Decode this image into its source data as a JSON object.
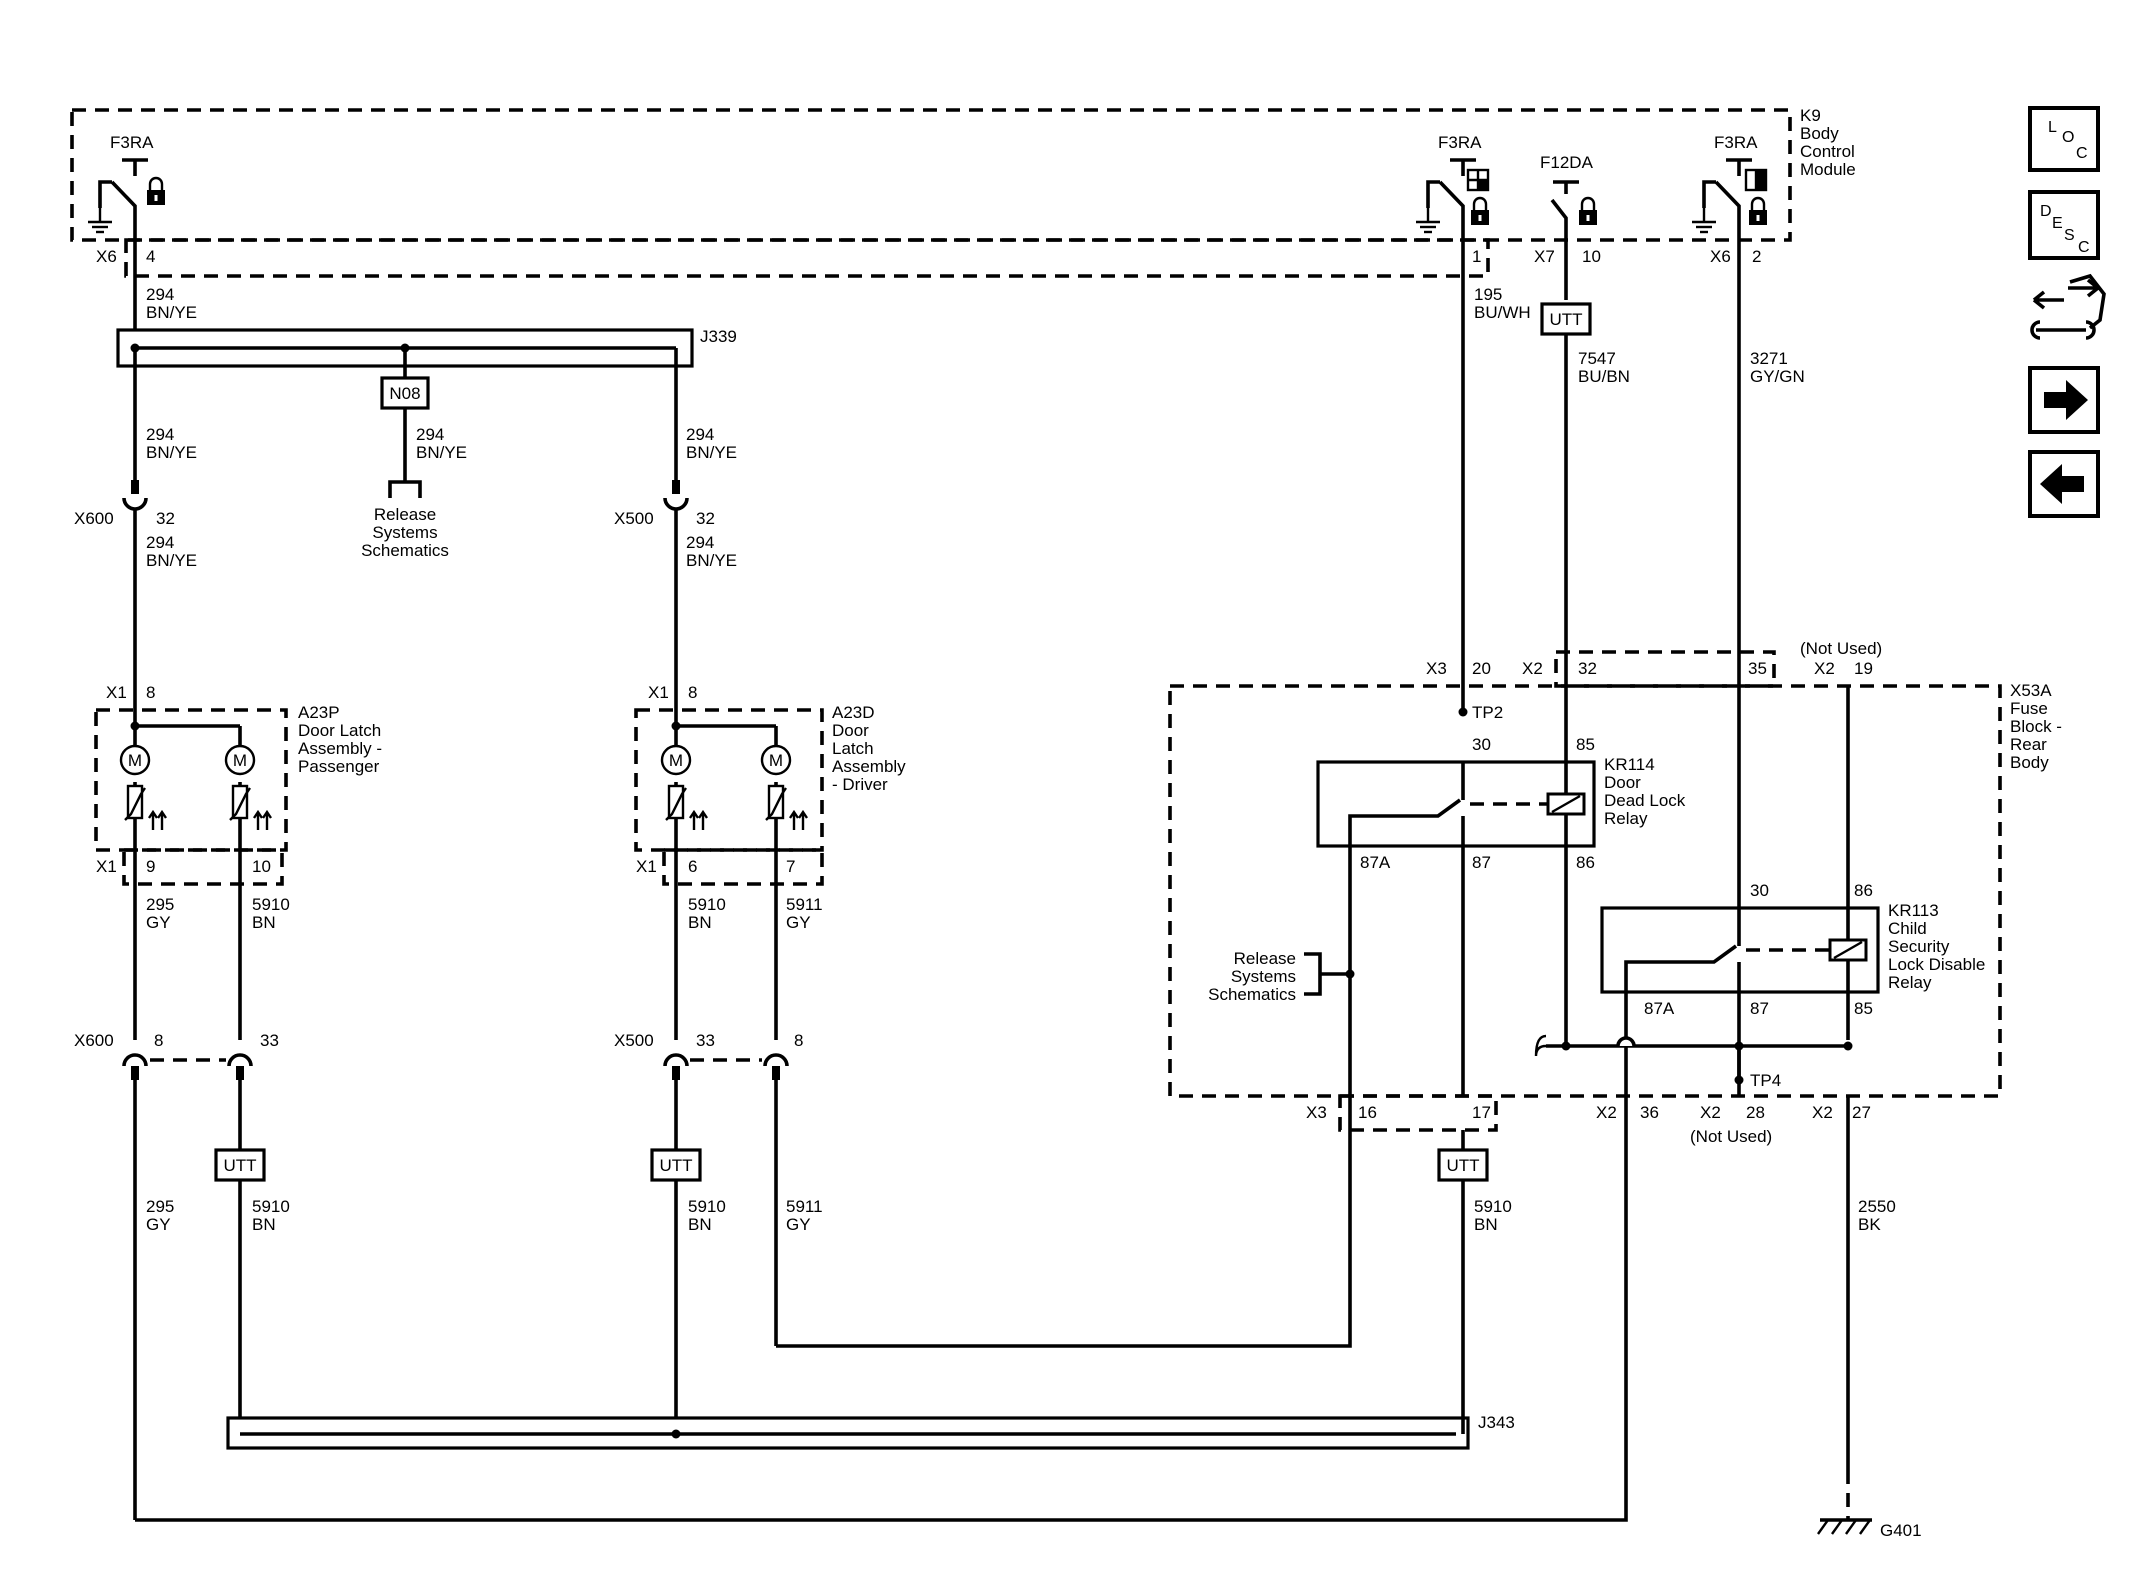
{
  "k9": {
    "name": "K9",
    "l1": "Body",
    "l2": "Control",
    "l3": "Module"
  },
  "switches": {
    "f3ra_left": "F3RA",
    "f3ra_mid": "F3RA",
    "f12da": "F12DA",
    "f3ra_right": "F3RA"
  },
  "pins_top": {
    "x6_left": "X6",
    "pin4": "4",
    "pin1": "1",
    "x7": "X7",
    "pin10": "10",
    "x6_right": "X6",
    "pin2": "2"
  },
  "wires": {
    "w294_num": "294",
    "w294_col": "BN/YE",
    "w195_num": "195",
    "w195_col": "BU/WH",
    "w7547_num": "7547",
    "w7547_col": "BU/BN",
    "w3271_num": "3271",
    "w3271_col": "GY/GN",
    "w295_num": "295",
    "w295_col": "GY",
    "w5910_num": "5910",
    "w5910_col": "BN",
    "w5911_num": "5911",
    "w5911_col": "GY",
    "w2550_num": "2550",
    "w2550_col": "BK"
  },
  "splices": {
    "j339": "J339",
    "j343": "J343",
    "n08": "N08",
    "utt": "UTT"
  },
  "release": {
    "l1": "Release",
    "l2": "Systems",
    "l3": "Schematics"
  },
  "connectors": {
    "x600": "X600",
    "x500": "X500",
    "pin32": "32",
    "pin8": "8",
    "pin33": "33",
    "x1": "X1",
    "pin9": "9",
    "pin10": "10",
    "pin6": "6",
    "pin7": "7"
  },
  "a23p": {
    "name": "A23P",
    "l1": "Door Latch",
    "l2": "Assembly -",
    "l3": "Passenger"
  },
  "a23d": {
    "name": "A23D",
    "l1": "Door",
    "l2": "Latch",
    "l3": "Assembly",
    "l4": "- Driver"
  },
  "motor": "M",
  "x53a": {
    "name": "X53A",
    "l1": "Fuse",
    "l2": "Block -",
    "l3": "Rear",
    "l4": "Body",
    "x3": "X3",
    "pin20": "20",
    "x2": "X2",
    "pin32": "32",
    "pin35": "35",
    "pin19": "19",
    "not_used": "(Not Used)",
    "tp2": "TP2",
    "tp4": "TP4",
    "pin16": "16",
    "pin17": "17",
    "pin36": "36",
    "pin28": "28",
    "pin27": "27"
  },
  "kr114": {
    "name": "KR114",
    "l1": "Door",
    "l2": "Dead Lock",
    "l3": "Relay",
    "p30": "30",
    "p85": "85",
    "p87a": "87A",
    "p87": "87",
    "p86": "86"
  },
  "kr113": {
    "name": "KR113",
    "l1": "Child",
    "l2": "Security",
    "l3": "Lock Disable",
    "l4": "Relay",
    "p30": "30",
    "p86": "86",
    "p87a": "87A",
    "p87": "87",
    "p85": "85"
  },
  "ground": {
    "name": "G401"
  },
  "nav": {
    "loc": {
      "l": "L",
      "o": "O",
      "c": "C"
    },
    "desc": {
      "d": "D",
      "e": "E",
      "s": "S",
      "c": "C"
    },
    "icons": [
      "loc-icon",
      "desc-icon",
      "connector-repair-icon",
      "next-arrow-icon",
      "previous-arrow-icon"
    ]
  }
}
